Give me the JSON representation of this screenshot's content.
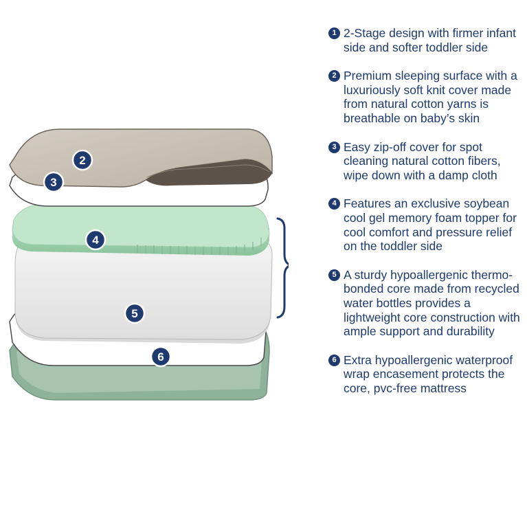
{
  "colors": {
    "navy": "#1e3a6e",
    "taupe_cover": "#c8c0b4",
    "green_foam": "#c2e6cc",
    "white_core": "#ececec",
    "green_wrap": "#8fb39a"
  },
  "layer_markers": [
    "2",
    "3",
    "4",
    "5",
    "6"
  ],
  "bracket_marker": "1",
  "features": [
    {
      "badge": "1",
      "text": "2-Stage design with firmer infant side and softer toddler side"
    },
    {
      "badge": "2",
      "text": "Premium sleeping surface with a luxuriously soft knit cover made from natural cotton yarns is breathable on baby’s skin"
    },
    {
      "badge": "3",
      "text": "Easy zip-off cover for spot cleaning natural cotton fibers, wipe down with a damp cloth"
    },
    {
      "badge": "4",
      "text": "Features an exclusive soybean cool gel memory foam topper for cool comfort and pressure relief on the toddler side"
    },
    {
      "badge": "5",
      "text": "A sturdy hypoallergenic thermo-bonded core made from recycled water bottles provides a lightweight core construction with ample support and durability"
    },
    {
      "badge": "6",
      "text": "Extra hypoallergenic waterproof wrap encasement protects the core, pvc-free mattress"
    }
  ]
}
